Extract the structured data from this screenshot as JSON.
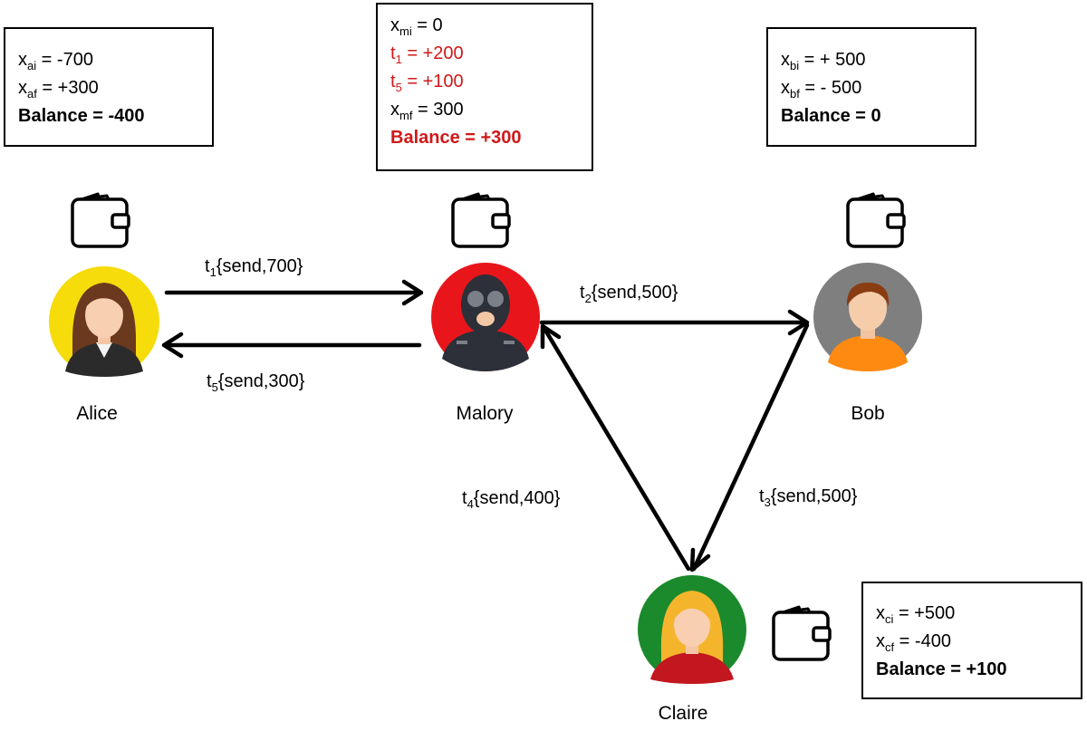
{
  "alice": {
    "name": "Alice",
    "lines": [
      {
        "var": "x",
        "sub": "ai",
        "rest": " = -700"
      },
      {
        "var": "x",
        "sub": "af",
        "rest": " = +300"
      }
    ],
    "balance": "Balance = -400"
  },
  "malory": {
    "name": "Malory",
    "lines": [
      {
        "var": "x",
        "sub": "mi",
        "rest": " = 0",
        "color": "normal"
      },
      {
        "var": "t",
        "sub": "1",
        "rest": " = +200",
        "color": "red"
      },
      {
        "var": "t",
        "sub": "5",
        "rest": " = +100",
        "color": "red"
      },
      {
        "var": "x",
        "sub": "mf",
        "rest": " = 300",
        "color": "normal"
      }
    ],
    "balance": "Balance = +300"
  },
  "bob": {
    "name": "Bob",
    "lines": [
      {
        "var": "x",
        "sub": "bi",
        "rest": " = + 500"
      },
      {
        "var": "x",
        "sub": "bf",
        "rest": " = - 500"
      }
    ],
    "balance": "Balance = 0"
  },
  "claire": {
    "name": "Claire",
    "lines": [
      {
        "var": "x",
        "sub": "ci",
        "rest": " = +500"
      },
      {
        "var": "x",
        "sub": "cf",
        "rest": " = -400"
      }
    ],
    "balance": "Balance = +100"
  },
  "transactions": {
    "t1": {
      "var": "t",
      "sub": "1",
      "rest": "{send,700}"
    },
    "t2": {
      "var": "t",
      "sub": "2",
      "rest": "{send,500}"
    },
    "t3": {
      "var": "t",
      "sub": "3",
      "rest": "{send,500}"
    },
    "t4": {
      "var": "t",
      "sub": "4",
      "rest": "{send,400}"
    },
    "t5": {
      "var": "t",
      "sub": "5",
      "rest": "{send,300}"
    }
  },
  "colors": {
    "alice": "#f5dc0a",
    "malory": "#e8161b",
    "bob": "#7f7f7f",
    "claire": "#1b8a2c",
    "highlight": "#d01818"
  },
  "icons": {
    "wallet": "wallet-icon",
    "alice": "woman-avatar-icon",
    "malory": "masked-thief-avatar-icon",
    "bob": "man-avatar-icon",
    "claire": "blonde-woman-avatar-icon"
  }
}
